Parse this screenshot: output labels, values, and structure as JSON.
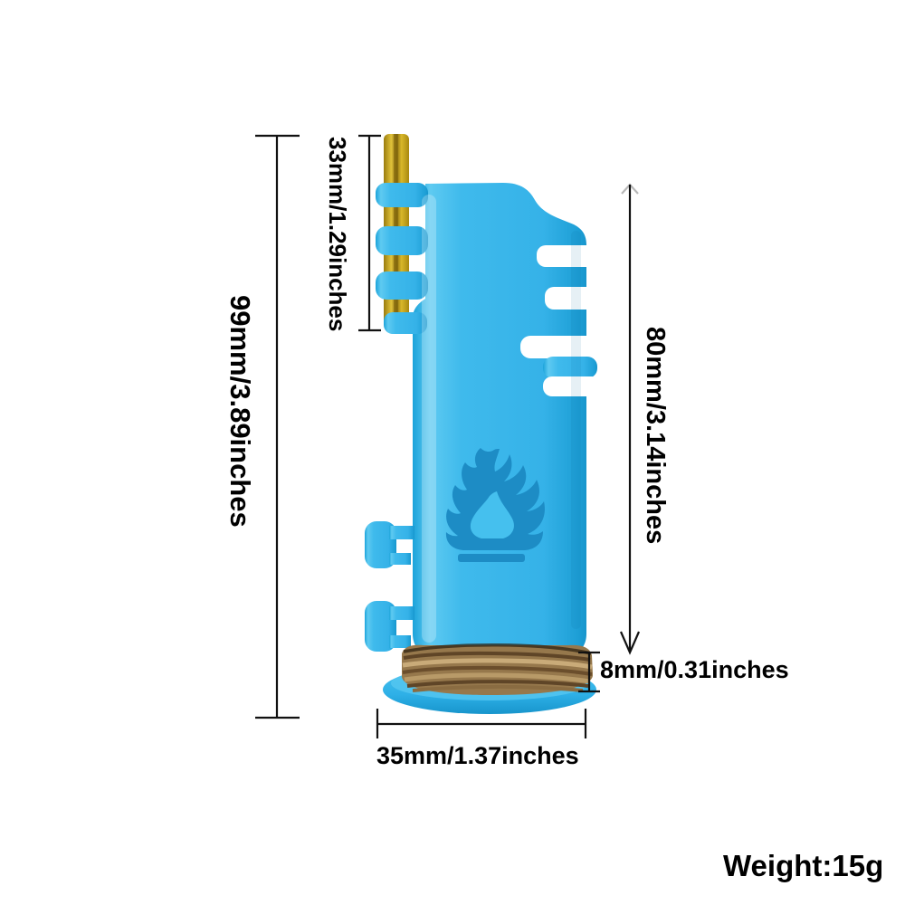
{
  "figure": {
    "kind": "lighter-sleeve-dimension-diagram",
    "flame_icon": "flame-icon",
    "colors": {
      "body_blue": "#38b6ea",
      "body_blue_dark": "#1795cc",
      "emblem_blue": "#1d8cc5",
      "wick_gold": "#cda722",
      "rope_brown": "#96784c",
      "base_disc_blue": "#2eb0e7",
      "dimension_line": "#111111",
      "label_text": "#000000"
    }
  },
  "dimensions": {
    "overall_height": "99mm/3.89inches",
    "wick_length": "33mm/1.29inches",
    "body_height": "80mm/3.14inches",
    "rope_band_height": "8mm/0.31inches",
    "base_width": "35mm/1.37inches"
  },
  "weight": {
    "label": "Weight:15g"
  }
}
